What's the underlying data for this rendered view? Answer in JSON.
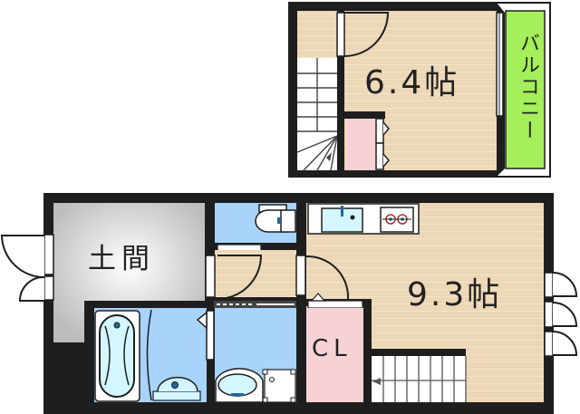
{
  "floor_plan": {
    "upper_floor": {
      "bedroom": {
        "label": "6.4帖",
        "floor_color": "#ecd7b6"
      },
      "balcony": {
        "label": "バルコニー",
        "color": "#a5ef5a"
      },
      "closet_color": "#f6d2d4",
      "stairs": "staircase-icon"
    },
    "lower_floor": {
      "entrance": {
        "label": "土間",
        "color": "#d4d4d4"
      },
      "living": {
        "label": "9.3帖",
        "floor_color": "#ecd7b6"
      },
      "closet": {
        "label": "CL",
        "color": "#f6d2d4"
      },
      "toilet_color": "#a8d3fb",
      "bath_color": "#a8d3fb",
      "washroom_color": "#a8d3fb",
      "kitchen": {
        "sink": "sink-icon",
        "stove": "two-burner-stove-icon"
      },
      "stairs": "staircase-icon"
    },
    "colors": {
      "wall": "#1e1e1e",
      "fixture": "#ffffff",
      "fixture_fill": "#d3f6ff",
      "accent_blue": "#1c6aa0"
    }
  }
}
